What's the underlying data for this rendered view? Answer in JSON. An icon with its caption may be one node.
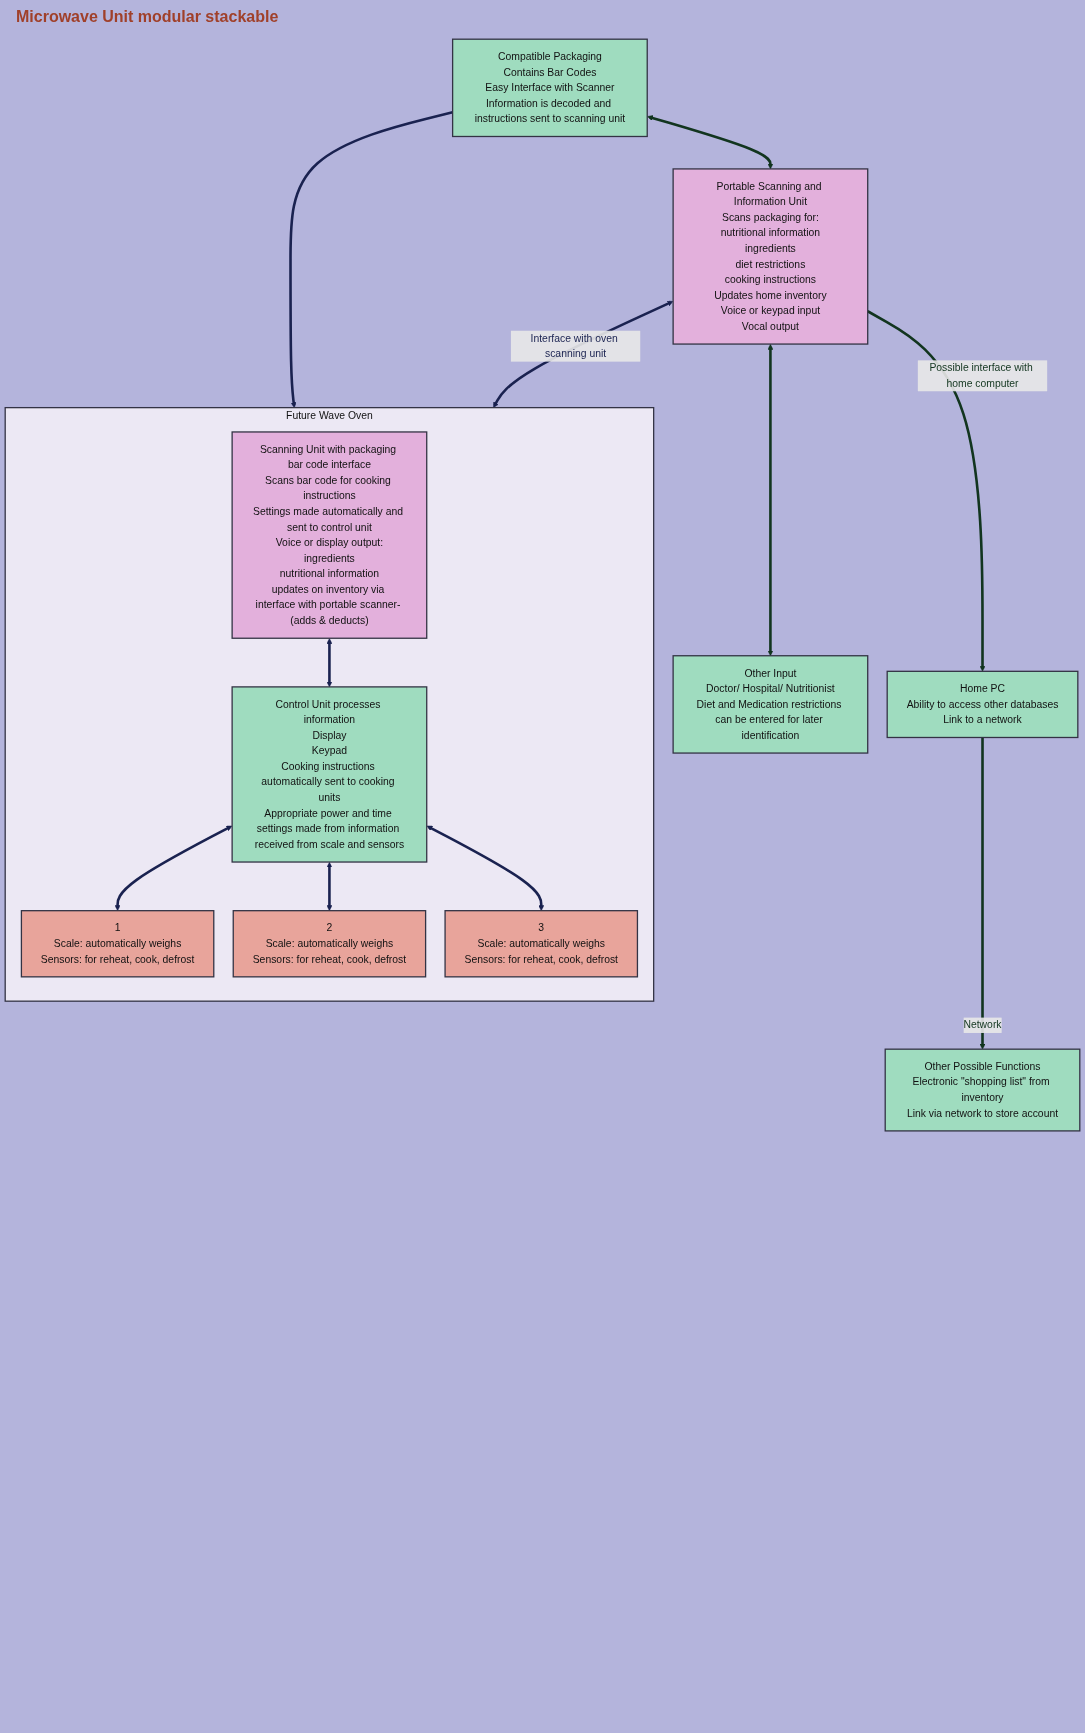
{
  "diagram": {
    "nodes": [
      {
        "text": [
          "Future Wave Oven"
        ]
      },
      {
        "text": [
          "Scanning Unit with packaging bar code interface",
          "Scans bar code for cooking instructions",
          "Settings made automatically and sent to control unit",
          "Voice or display output:",
          "ingredients",
          "nutritional information",
          "updates on inventory via interface with portable scanner- (adds & deducts)"
        ],
        "in": 0
      },
      {
        "text": [
          "Control Unit processes information",
          "Display",
          "Keypad",
          "Cooking instructions automatically sent to cooking units",
          "Appropriate power and time settings made from information received from scale and sensors"
        ],
        "in": 0
      },
      {
        "text": [
          "1",
          "Scale: automatically weighs",
          "Sensors: for reheat, cook, defrost"
        ],
        "in": 0
      },
      {
        "text": [
          "2",
          "Scale: automatically weighs",
          "Sensors: for reheat, cook, defrost"
        ],
        "in": 0
      },
      {
        "text": [
          "3",
          "Scale: automatically weighs",
          "Sensors: for reheat, cook, defrost"
        ],
        "in": 0
      },
      {
        "text": [
          "Compatible Packaging",
          "Contains Bar Codes",
          "Easy Interface with Scanner",
          "Information is decoded and instructions sent to scanning unit"
        ]
      },
      {
        "text": [
          "Portable Scanning and Information Unit",
          "Scans packaging for:",
          "nutritional information",
          "ingredients",
          "diet restrictions",
          "cooking instructions",
          "Updates home inventory",
          "Voice or keypad input",
          "Vocal output"
        ]
      },
      {
        "text": [
          "Other Input",
          "Doctor/ Hospital/ Nutritionist",
          "Diet and Medication restrictions can be entered for later identification"
        ]
      },
      {
        "text": [
          "Home PC",
          "Ability to access other databases",
          "Link to a network"
        ]
      },
      {
        "text": [
          "Other Possible Functions",
          "Electronic \"shopping list\" from inventory",
          "Link via network to store account"
        ]
      }
    ],
    "edges": [
      {
        "from": 6,
        "to": 0,
        "arrow": "to"
      },
      {
        "from": 6,
        "to": 7,
        "arrow": "both",
        "color": "#12351f"
      },
      {
        "from": 7,
        "to": 0,
        "arrow": "both",
        "label": "Interface with oven scanning unit"
      },
      {
        "from": 7,
        "to": 8,
        "arrow": "both",
        "color": "#12351f"
      },
      {
        "from": 7,
        "to": 9,
        "arrow": "to",
        "color": "#12351f",
        "label": "Possible interface with home computer"
      },
      {
        "from": 9,
        "to": 10,
        "arrow": "to",
        "color": "#12351f",
        "label": "Network"
      },
      {
        "from": 1,
        "to": 2,
        "arrow": "both"
      },
      {
        "from": 2,
        "to": 3,
        "arrow": "both"
      },
      {
        "from": 2,
        "to": 4,
        "arrow": "both"
      },
      {
        "from": 2,
        "to": 5,
        "arrow": "both"
      }
    ],
    "labels": [
      "Microwave Unit modular stackable"
    ]
  }
}
